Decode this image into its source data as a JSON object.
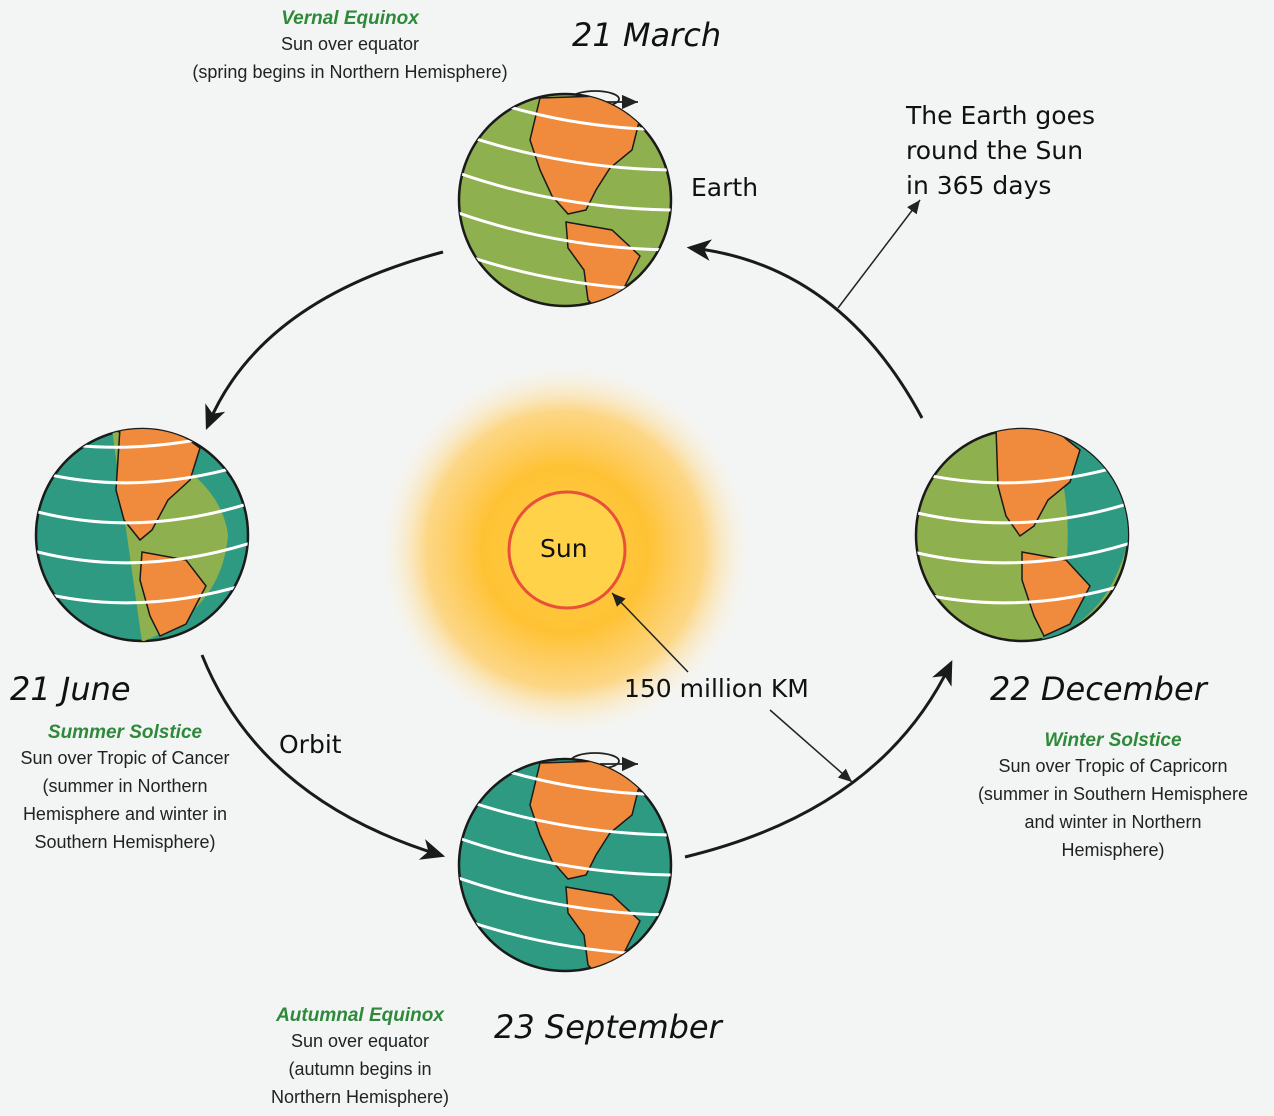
{
  "dates": {
    "march": "21 March",
    "june": "21 June",
    "september": "23 September",
    "december": "22 December"
  },
  "captions": {
    "vernal": {
      "title": "Vernal Equinox",
      "lines": [
        "Sun over equator",
        "(spring begins in Northern Hemisphere)"
      ]
    },
    "summer": {
      "title": "Summer Solstice",
      "lines": [
        "Sun over Tropic of Cancer",
        "(summer in Northern",
        "Hemisphere and winter in",
        "Southern Hemisphere)"
      ]
    },
    "autumnal": {
      "title": "Autumnal Equinox",
      "lines": [
        "Sun over equator",
        "(autumn begins in",
        "Northern Hemisphere)"
      ]
    },
    "winter": {
      "title": "Winter Solstice",
      "lines": [
        "Sun over Tropic of Capricorn",
        "(summer in Southern Hemisphere",
        "and winter in Northern",
        "Hemisphere)"
      ]
    }
  },
  "labels": {
    "sun": "Sun",
    "earth": "Earth",
    "orbit": "Orbit",
    "distance": "150 million KM",
    "revolution_lines": [
      "The Earth goes",
      "round the Sun",
      "in 365 days"
    ]
  },
  "colors": {
    "ocean_light": "#8fb04e",
    "ocean_dark": "#2e9a82",
    "land": "#f08a3c",
    "caption_title": "#2e8a3a",
    "sun_core": "#ffd24a",
    "sun_ring": "#e8503a"
  }
}
